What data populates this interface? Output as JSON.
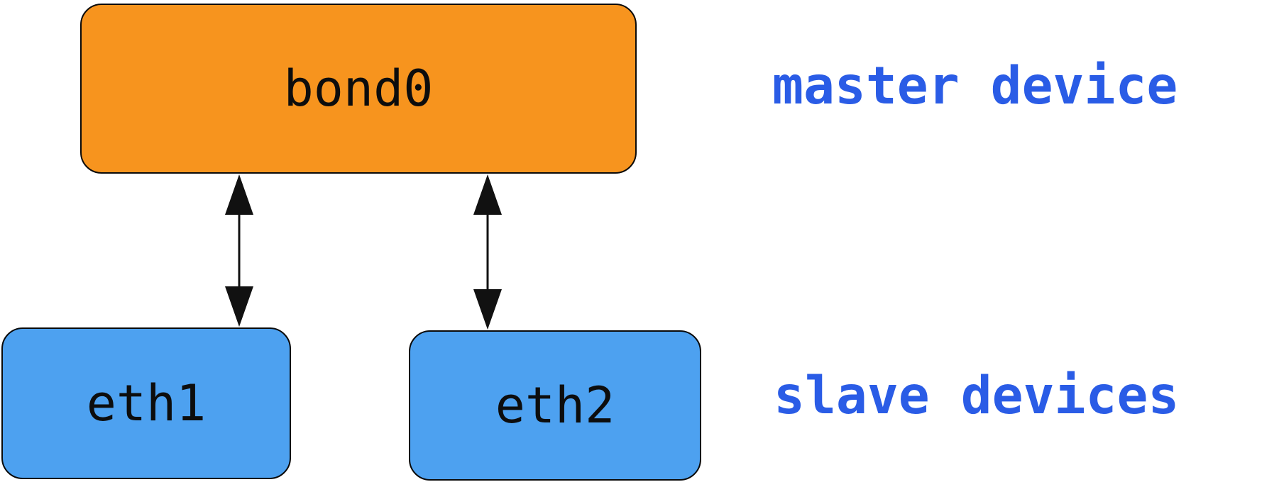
{
  "diagram": {
    "nodes": [
      {
        "id": "bond0",
        "label": "bond0",
        "role": "master"
      },
      {
        "id": "eth1",
        "label": "eth1",
        "role": "slave"
      },
      {
        "id": "eth2",
        "label": "eth2",
        "role": "slave"
      }
    ],
    "edges": [
      {
        "from": "bond0",
        "to": "eth1",
        "direction": "bidirectional"
      },
      {
        "from": "bond0",
        "to": "eth2",
        "direction": "bidirectional"
      }
    ],
    "annotations": [
      {
        "id": "master",
        "text": "master device"
      },
      {
        "id": "slave",
        "text": "slave devices"
      }
    ],
    "colors": {
      "master_fill": "#f7941e",
      "slave_fill": "#4da1f0",
      "node_border": "#0a0a0a",
      "node_text": "#0d0d0d",
      "annotation_text": "#2a5ce6",
      "arrow": "#111111",
      "background": "#ffffff"
    }
  }
}
